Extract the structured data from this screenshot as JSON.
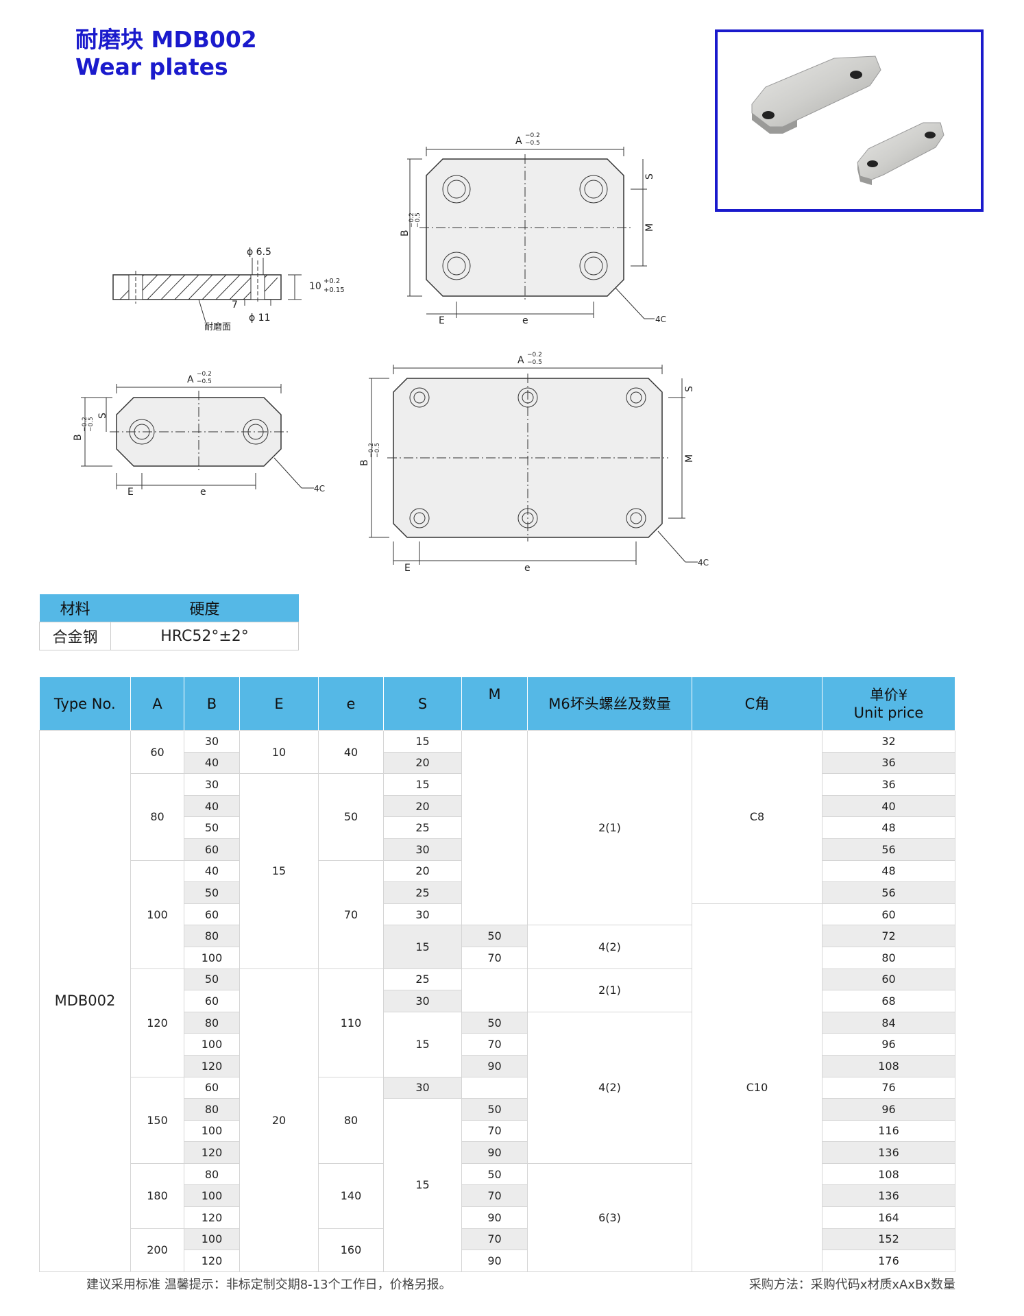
{
  "title": {
    "cn": "耐磨块  MDB002",
    "en": "Wear plates"
  },
  "drawing": {
    "phi65": "ϕ 6.5",
    "phi11": "ϕ 11",
    "h10": "10",
    "h10tol_up": "+0.2",
    "h10tol_lo": "+0.15",
    "seven": "7",
    "wear_face": "耐磨面",
    "A": "A",
    "B": "B",
    "tol_up": "−0.2",
    "tol_lo": "−0.5",
    "S": "S",
    "M": "M",
    "E": "E",
    "e": "e",
    "chamfer": "4C"
  },
  "material": {
    "headers": [
      "材料",
      "硬度"
    ],
    "row": [
      "合金钢",
      "HRC52°±2°"
    ]
  },
  "spec": {
    "headers": [
      "Type No.",
      "A",
      "B",
      "E",
      "e",
      "S",
      "M",
      "M6坏头螺丝及数量",
      "C角",
      "单价¥",
      "Unit price"
    ],
    "type": "MDB002",
    "A": [
      "60",
      "80",
      "100",
      "120",
      "150",
      "180",
      "200"
    ],
    "B": [
      "30",
      "40",
      "30",
      "40",
      "50",
      "60",
      "40",
      "50",
      "60",
      "80",
      "100",
      "50",
      "60",
      "80",
      "100",
      "120",
      "60",
      "80",
      "100",
      "120",
      "80",
      "100",
      "120",
      "100",
      "120"
    ],
    "E": [
      "10",
      "15",
      "20"
    ],
    "e": [
      "40",
      "50",
      "70",
      "110",
      "80",
      "140",
      "160"
    ],
    "S": [
      "15",
      "20",
      "15",
      "20",
      "25",
      "30",
      "20",
      "25",
      "30",
      "15",
      "25",
      "30",
      "15",
      "30",
      "15"
    ],
    "M": [
      "50",
      "70",
      "50",
      "70",
      "90",
      "50",
      "70",
      "90",
      "50",
      "70",
      "90",
      "70",
      "90"
    ],
    "screws": [
      "2(1)",
      "4(2)",
      "2(1)",
      "4(2)",
      "6(3)"
    ],
    "C": [
      "C8",
      "C10"
    ],
    "price": [
      "32",
      "36",
      "36",
      "40",
      "48",
      "56",
      "48",
      "56",
      "60",
      "72",
      "80",
      "60",
      "68",
      "84",
      "96",
      "108",
      "76",
      "96",
      "116",
      "136",
      "108",
      "136",
      "164",
      "152",
      "176"
    ]
  },
  "footer": {
    "left": "建议采用标准    温馨提示：非标定制交期8-13个工作日，价格另报。",
    "right": "采购方法：采购代码x材质xAxBx数量"
  }
}
